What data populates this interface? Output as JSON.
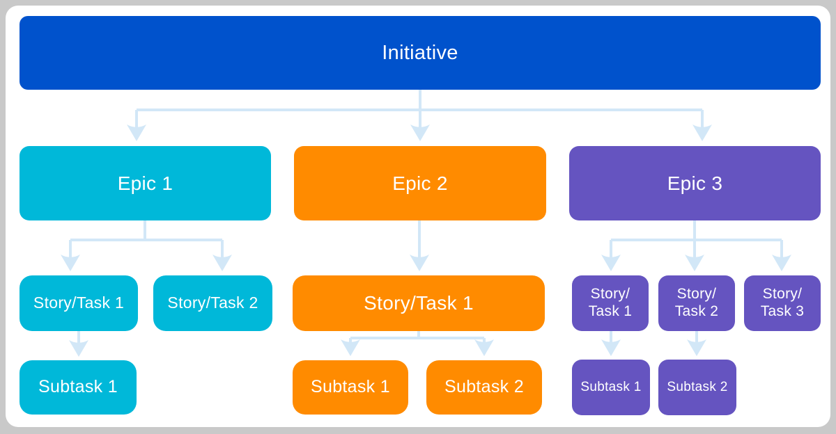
{
  "palette": {
    "frame_background": "#C9C9C9",
    "panel_background": "#FFFFFF",
    "initiative_blue": "#0052CC",
    "epic1_cyan": "#00B8D9",
    "epic2_orange": "#FF8B00",
    "epic3_purple": "#6554C0",
    "connector_blue": "#D2E7F7",
    "label_text": "#FFFFFF"
  },
  "nodes": {
    "initiative": "Initiative",
    "epic1": "Epic 1",
    "epic2": "Epic 2",
    "epic3": "Epic 3",
    "col1_story1": "Story/Task 1",
    "col1_story2": "Story/Task 2",
    "col1_subtask1": "Subtask 1",
    "col2_story1": "Story/Task 1",
    "col2_subtask1": "Subtask 1",
    "col2_subtask2": "Subtask 2",
    "col3_story1": {
      "line1": "Story/",
      "line2": "Task 1"
    },
    "col3_story2": {
      "line1": "Story/",
      "line2": "Task 2"
    },
    "col3_story3": {
      "line1": "Story/",
      "line2": "Task 3"
    },
    "col3_subtask1": "Subtask 1",
    "col3_subtask2": "Subtask 2"
  },
  "diagram_data": {
    "type": "tree",
    "levels": [
      "Initiative",
      "Epic",
      "Story/Task",
      "Subtask"
    ],
    "edges": [
      [
        "initiative",
        "epic1"
      ],
      [
        "initiative",
        "epic2"
      ],
      [
        "initiative",
        "epic3"
      ],
      [
        "epic1",
        "col1_story1"
      ],
      [
        "epic1",
        "col1_story2"
      ],
      [
        "col1_story1",
        "col1_subtask1"
      ],
      [
        "epic2",
        "col2_story1"
      ],
      [
        "col2_story1",
        "col2_subtask1"
      ],
      [
        "col2_story1",
        "col2_subtask2"
      ],
      [
        "epic3",
        "col3_story1"
      ],
      [
        "epic3",
        "col3_story2"
      ],
      [
        "epic3",
        "col3_story3"
      ],
      [
        "col3_story1",
        "col3_subtask1"
      ],
      [
        "col3_story2",
        "col3_subtask2"
      ]
    ]
  }
}
